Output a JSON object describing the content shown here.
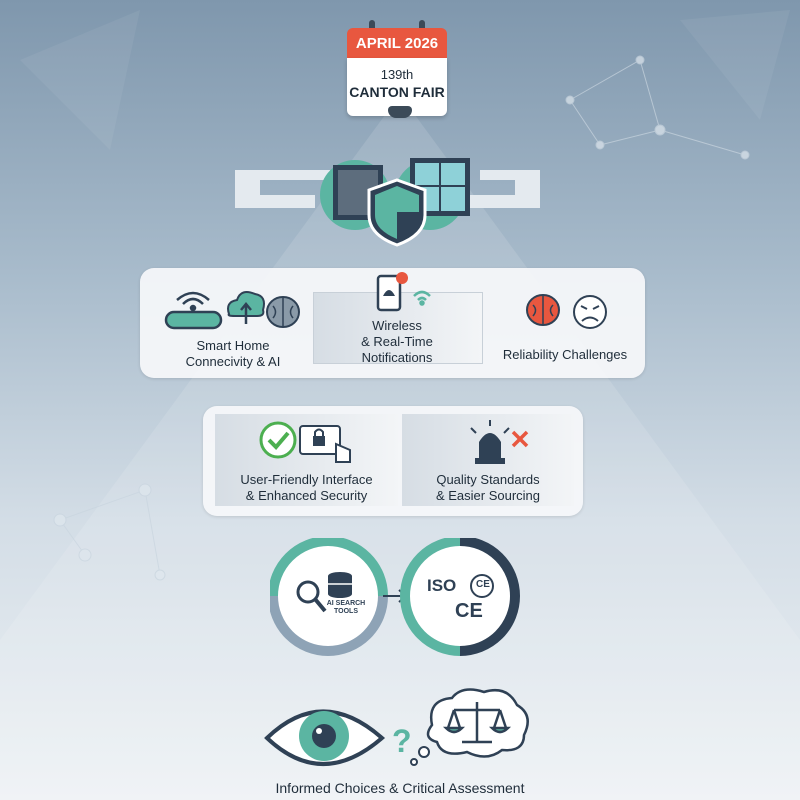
{
  "calendar": {
    "month_year": "APRIL 2026",
    "edition": "139th",
    "event": "CANTON FAIR"
  },
  "features_row1": [
    {
      "label": "Smart Home\nConnecivity & AI",
      "icons": [
        "wifi-router-icon",
        "cloud-upload-icon",
        "ai-brain-icon"
      ]
    },
    {
      "label": "Wireless\n& Real-Time\nNotifications",
      "icons": [
        "smartphone-notification-icon",
        "wifi-icon"
      ]
    },
    {
      "label": "Reliability Challenges",
      "icons": [
        "brain-icon",
        "frustrated-face-icon"
      ]
    }
  ],
  "features_row2": [
    {
      "label": "User-Friendly Interface\n& Enhanced Security",
      "icons": [
        "checkmark-icon",
        "lock-touch-icon"
      ]
    },
    {
      "label": "Quality Standards\n& Easier Sourcing",
      "icons": [
        "alarm-light-icon",
        "x-mark-icon"
      ]
    }
  ],
  "tools": {
    "search_label": "AI SEARCH\nTOOLS",
    "iso_label": "ISO",
    "ce_label": "CE"
  },
  "footer": {
    "caption": "Informed Choices & Critical Assessment"
  },
  "colors": {
    "teal": "#5bb5a2",
    "navy": "#2f4155",
    "orange": "#e8573f",
    "slate": "#8ea3b6"
  }
}
